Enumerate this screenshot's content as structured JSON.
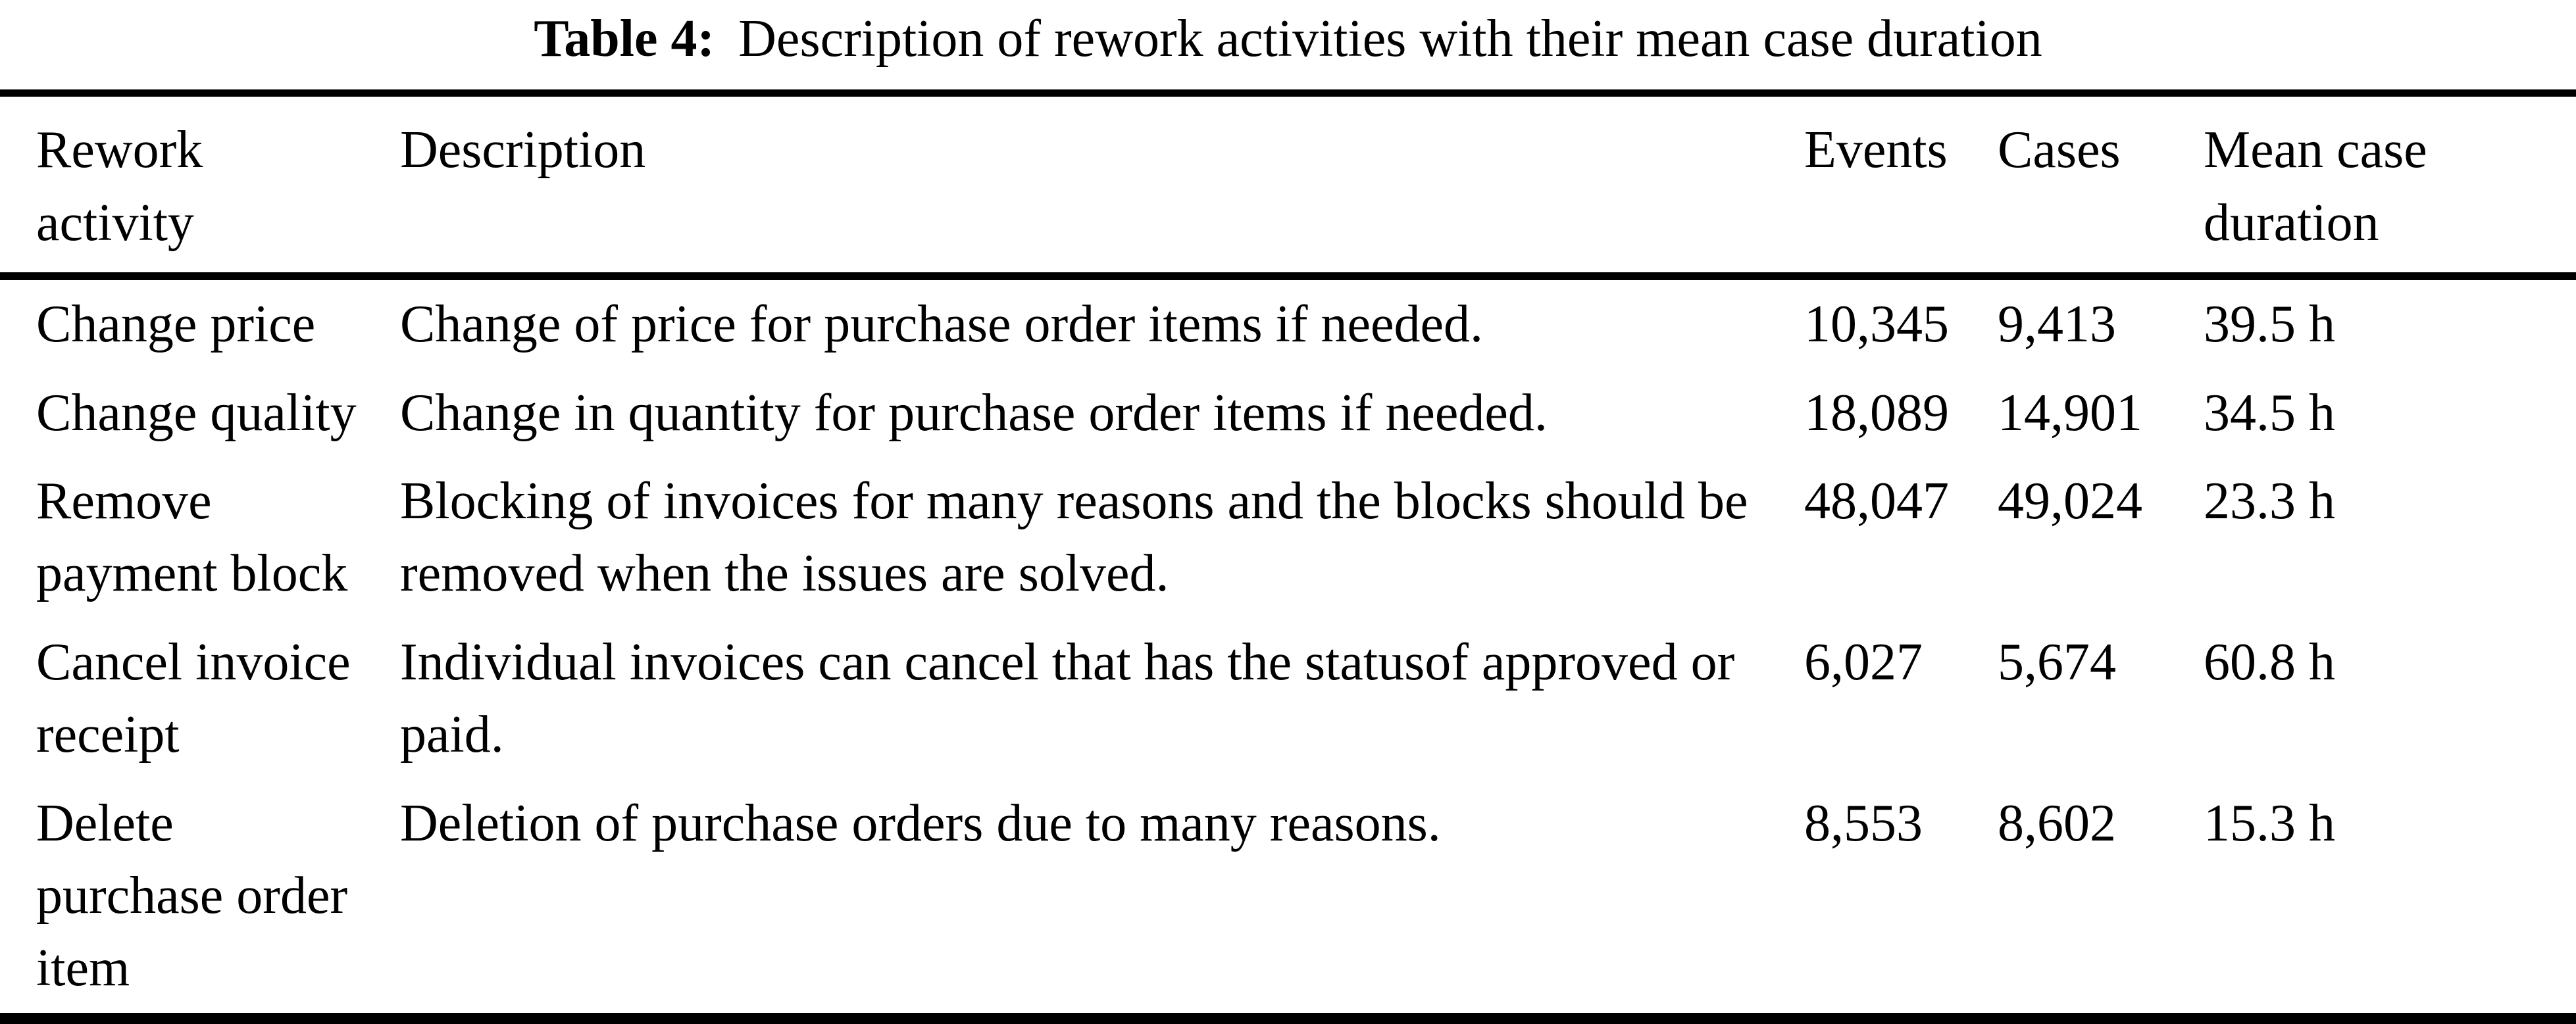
{
  "caption": {
    "label": "Table 4:",
    "text": "Description of rework activities with their mean case duration"
  },
  "table": {
    "headers": [
      "Rework activity",
      "Description",
      "Events",
      "Cases",
      "Mean case duration"
    ],
    "rows": [
      {
        "activity": "Change price",
        "description": "Change of price for purchase order items if needed.",
        "events": "10,345",
        "cases": "9,413",
        "mean_case_duration": "39.5 h"
      },
      {
        "activity": "Change quality",
        "description": "Change in quantity for purchase order items if needed.",
        "events": "18,089",
        "cases": "14,901",
        "mean_case_duration": "34.5 h"
      },
      {
        "activity": "Remove payment block",
        "description": "Blocking of invoices for many reasons and the blocks should be removed when the issues are solved.",
        "events": "48,047",
        "cases": "49,024",
        "mean_case_duration": "23.3 h"
      },
      {
        "activity": "Cancel invoice receipt",
        "description": "Individual invoices can cancel that has the statusof approved or paid.",
        "events": "6,027",
        "cases": "5,674",
        "mean_case_duration": "60.8 h"
      },
      {
        "activity": "Delete purchase order item",
        "description": "Deletion of purchase orders due to many reasons.",
        "events": "8,553",
        "cases": "8,602",
        "mean_case_duration": "15.3 h"
      }
    ]
  },
  "colors": {
    "text": "#000000",
    "background": "#ffffff",
    "rule": "#000000"
  }
}
